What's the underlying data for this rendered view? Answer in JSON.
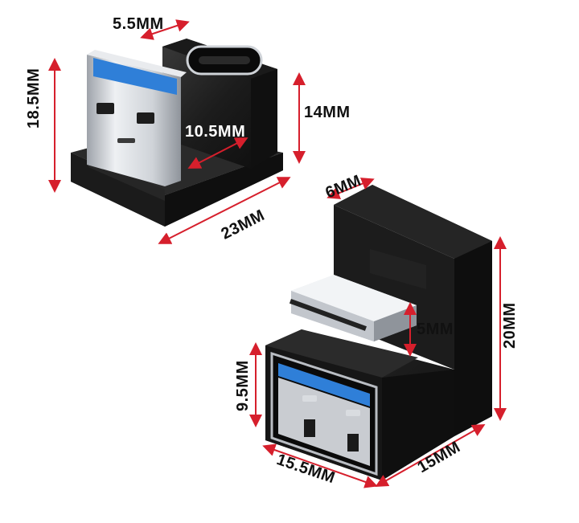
{
  "adapter_a": {
    "dims": {
      "top_depth": "5.5MM",
      "height": "18.5MM",
      "step_height": "14MM",
      "inner_gap": "10.5MM",
      "length": "23MM"
    }
  },
  "adapter_b": {
    "dims": {
      "top_depth": "6MM",
      "total_height": "20MM",
      "plug_offset": "5MM",
      "port_height": "9.5MM",
      "width": "15.5MM",
      "depth": "15MM"
    }
  },
  "colors": {
    "body": "#1a1a1a",
    "dimension_line": "#d61f2c",
    "usb_blue": "#2f7fd8",
    "metal": "#c9ccd1"
  }
}
